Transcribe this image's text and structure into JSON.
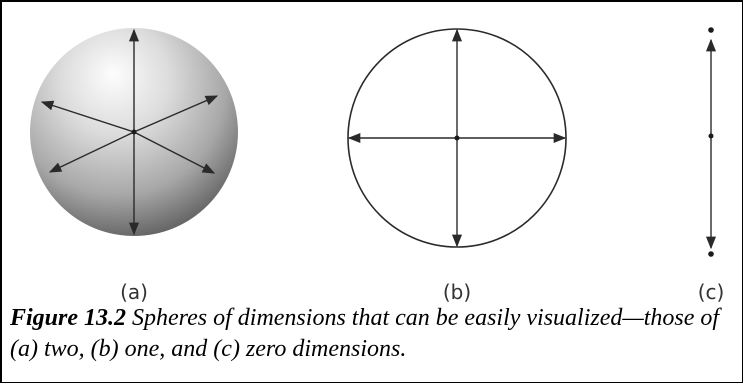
{
  "figure": {
    "labels": {
      "a": "(a)",
      "b": "(b)",
      "c": "(c)"
    },
    "caption": {
      "label": "Figure 13.2",
      "text": " Spheres of dimensions that can be easily visualized—those of (a) two, (b) one, and (c) zero dimensions."
    }
  },
  "colors": {
    "ink": "#2a2a2a",
    "sphere_light": "#fbfbfb",
    "sphere_mid": "#b8b8b8",
    "sphere_dark": "#555555"
  }
}
